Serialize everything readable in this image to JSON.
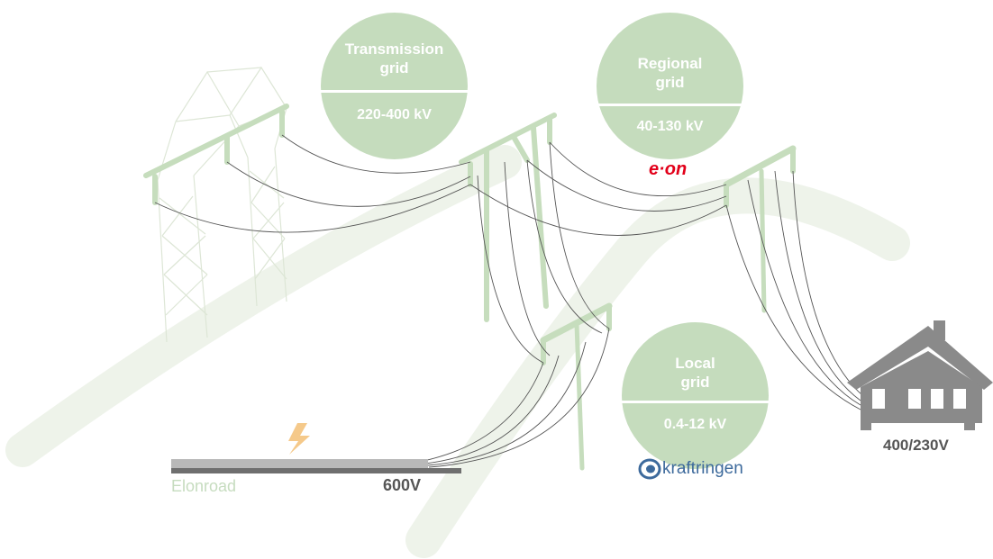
{
  "grids": {
    "transmission": {
      "name": "Transmission grid",
      "voltage": "220-400 kV"
    },
    "regional": {
      "name": "Regional grid",
      "voltage": "40-130 kV",
      "operator_logo": "e·on"
    },
    "local": {
      "name": "Local grid",
      "voltage": "0.4-12 kV",
      "operator_logo": "kraftringen"
    }
  },
  "road": {
    "name": "Elonroad",
    "voltage": "600V",
    "icon": "lightning-bolt-icon"
  },
  "house": {
    "voltage": "400/230V",
    "icon": "house-icon"
  },
  "colors": {
    "badge": "#c5dcbd",
    "tower_green": "#c6ddbd",
    "wire": "#555555",
    "bolt": "#f5c98a",
    "house": "#8a8a8a",
    "eon": "#e2001a",
    "kraftringen": "#3d6a9c"
  }
}
